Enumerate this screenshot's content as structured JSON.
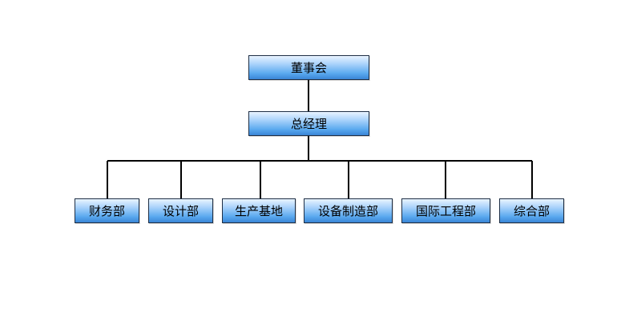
{
  "org_chart": {
    "board": "董事会",
    "general_manager": "总经理",
    "departments": [
      "财务部",
      "设计部",
      "生产基地",
      "设备制造部",
      "国际工程部",
      "综合部"
    ]
  },
  "colors": {
    "box_top": "#e9f4ff",
    "box_bottom": "#3a86d6",
    "box_border": "#1f2f45",
    "connector": "#000000"
  }
}
